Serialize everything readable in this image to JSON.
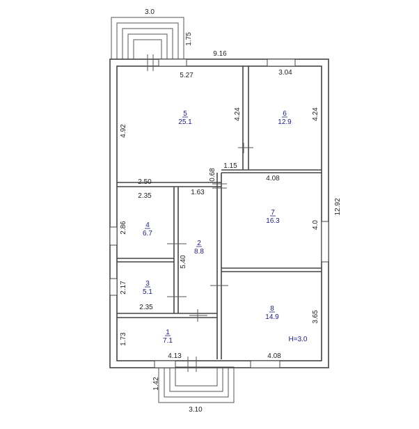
{
  "rooms": [
    {
      "num": "5",
      "area": "25.1"
    },
    {
      "num": "6",
      "area": "12.9"
    },
    {
      "num": "7",
      "area": "16.3"
    },
    {
      "num": "4",
      "area": "6.7"
    },
    {
      "num": "2",
      "area": "8.8"
    },
    {
      "num": "3",
      "area": "5.1"
    },
    {
      "num": "8",
      "area": "14.9"
    },
    {
      "num": "1",
      "area": "7.1"
    }
  ],
  "dims": {
    "porch_top_width": "3.0",
    "porch_top_depth": "1.75",
    "overall_width": "9.16",
    "room5_width": "5.27",
    "room6_width": "3.04",
    "room5_height": "4.92",
    "room5_inner_height": "4.24",
    "room6_height": "4.24",
    "room5_lower_width": "2.50",
    "partition_offset": "1.15",
    "partition_small": "0.68",
    "room7_width": "4.08",
    "room4_width": "2.35",
    "corridor_width": "1.63",
    "room4_height": "2.86",
    "room7_height": "4.0",
    "overall_height": "12.92",
    "corridor_height": "5.40",
    "room3_height": "2.17",
    "room3_width": "2.35",
    "room8_height": "3.65",
    "room1_height": "1.73",
    "room1_width": "4.13",
    "room8_width": "4.08",
    "porch_bottom_depth": "1.42",
    "porch_bottom_width": "3.10"
  },
  "ceiling_note": "H=3.0"
}
